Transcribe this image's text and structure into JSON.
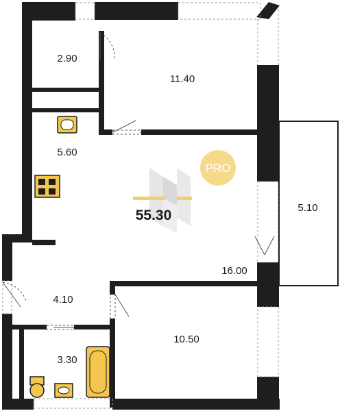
{
  "plan": {
    "total_area": "55.30",
    "badge": "PRO",
    "rooms": [
      {
        "id": "storage",
        "area": "2.90"
      },
      {
        "id": "bedroom-top",
        "area": "11.40"
      },
      {
        "id": "kitchen",
        "area": "5.60"
      },
      {
        "id": "balcony",
        "area": "5.10"
      },
      {
        "id": "living",
        "area": "16.00"
      },
      {
        "id": "hall",
        "area": "4.10"
      },
      {
        "id": "bathroom",
        "area": "3.30"
      },
      {
        "id": "bedroom-bottom",
        "area": "10.50"
      }
    ]
  },
  "colors": {
    "wall": "#1e1e1e",
    "fixture": "#f3c64f",
    "badge": "#f6d98a",
    "window": "#9a9a9a",
    "watermark": "#e4e4e4",
    "watermark_accent": "#f1cf6a"
  }
}
